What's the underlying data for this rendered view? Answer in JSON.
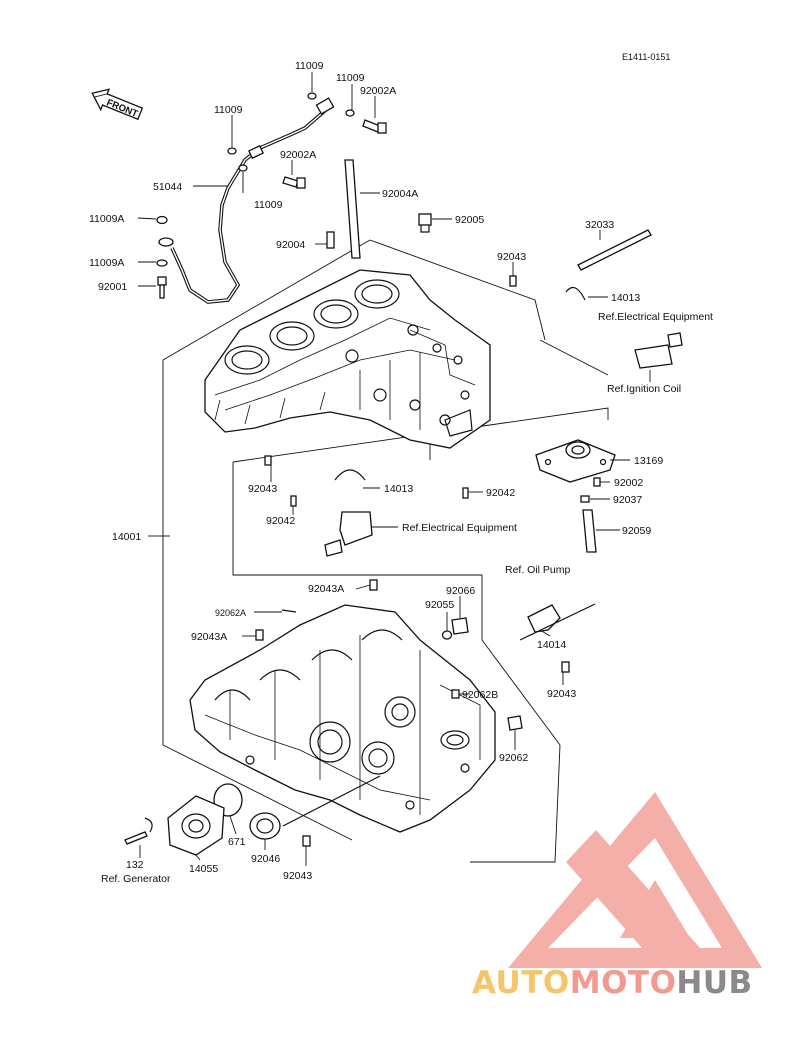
{
  "diagram": {
    "ref_code": "E1411-0151",
    "front_arrow_label": "FRONT",
    "labels": {
      "p11009_a": "11009",
      "p11009_b": "11009",
      "p92002A_a": "92002A",
      "p11009_c": "11009",
      "p92002A_b": "92002A",
      "p51044": "51044",
      "p11009_d": "11009",
      "p92004A": "92004A",
      "p11009A_a": "11009A",
      "p92005": "92005",
      "p32033": "32033",
      "p92004": "92004",
      "p92043_a": "92043",
      "p11009A_b": "11009A",
      "p92001": "92001",
      "p14013_a": "14013",
      "ref_elec_1": "Ref.Electrical Equipment",
      "ref_ignition": "Ref.Ignition Coil",
      "p13169": "13169",
      "p92043_b": "92043",
      "p14013_b": "14013",
      "p92042_a": "92042",
      "p92002": "92002",
      "p92037": "92037",
      "p92042_b": "92042",
      "ref_elec_2": "Ref.Electrical Equipment",
      "p92059": "92059",
      "p14001": "14001",
      "ref_oil_pump": "Ref. Oil Pump",
      "p92043A_a": "92043A",
      "p92066": "92066",
      "p92055": "92055",
      "p92062A": "92062A",
      "p92043A_b": "92043A",
      "p14014": "14014",
      "p92062B": "92062B",
      "p92043_c": "92043",
      "p92062": "92062",
      "p671": "671",
      "p132": "132",
      "ref_generator": "Ref. Generator",
      "p14055": "14055",
      "p92046": "92046",
      "p92043_d": "92043"
    }
  },
  "watermark": {
    "part1": "AUTO",
    "part2": "MOTO",
    "part3": "HUB",
    "color_auto": "#f6c46a",
    "color_moto": "#f39a90",
    "color_hub": "#8a8a8a",
    "triangle_color": "#f2a29a"
  }
}
